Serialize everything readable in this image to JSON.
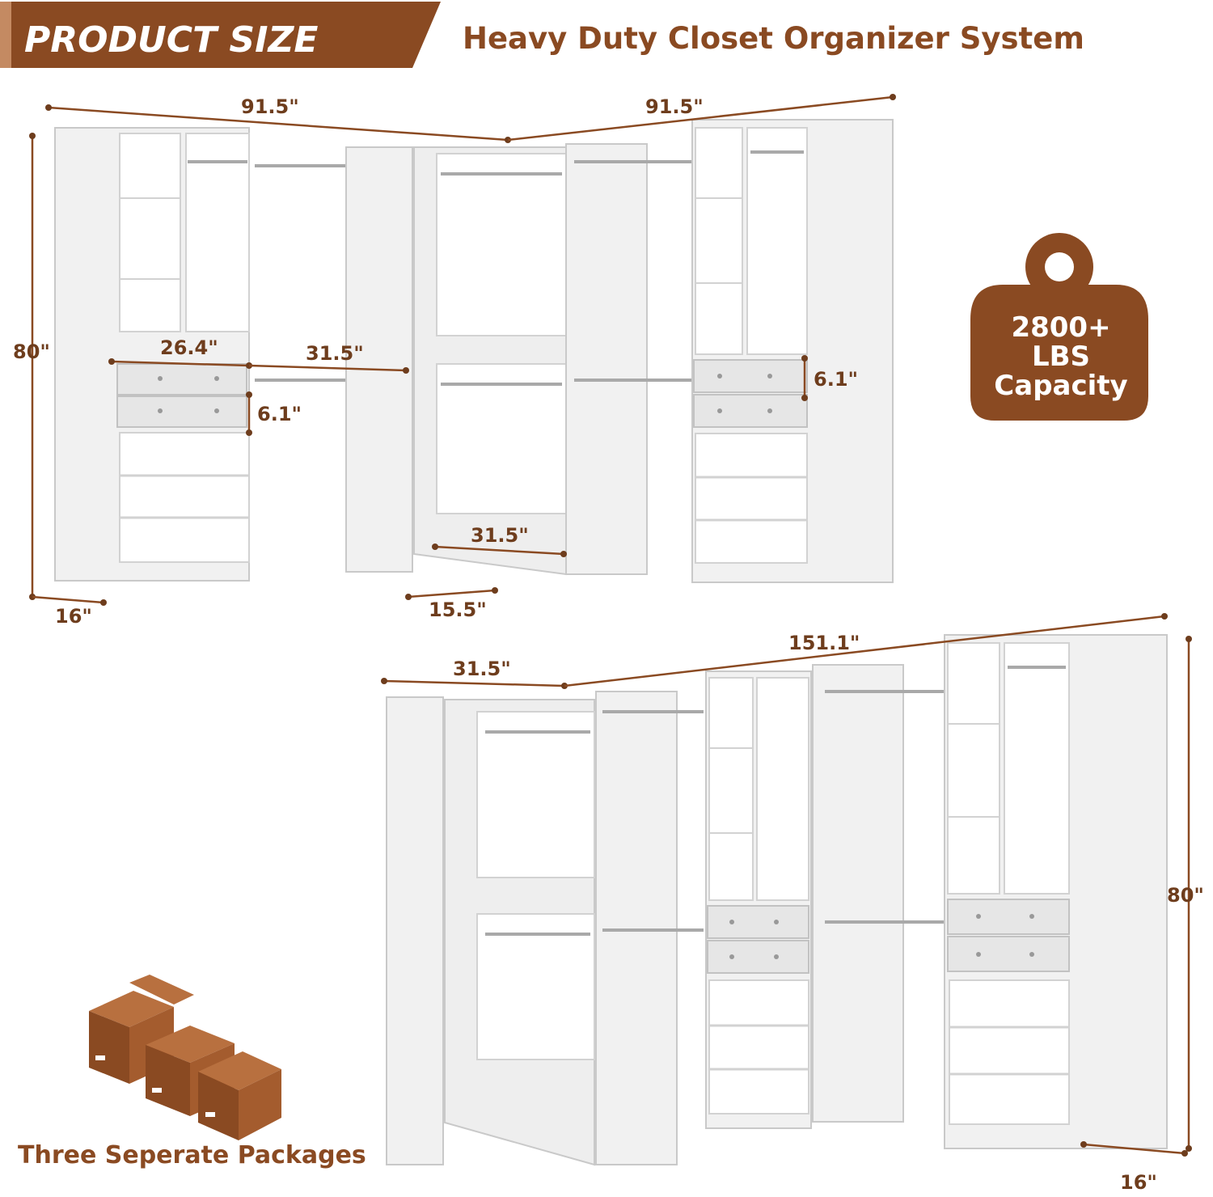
{
  "header": {
    "badge": "PRODUCT SIZE",
    "title": "Heavy Duty Closet Organizer System"
  },
  "capacity": {
    "value": "2800+",
    "unit": "LBS",
    "label": "Capacity"
  },
  "packages": {
    "label": "Three Seperate Packages"
  },
  "corner_config": {
    "width_left": "91.5\"",
    "width_right": "91.5\"",
    "height": "80\"",
    "depth": "16\"",
    "corner_depth": "15.5\"",
    "section_a": "26.4\"",
    "section_b": "31.5\"",
    "drawer_left": "6.1\"",
    "drawer_right": "6.1\"",
    "corner_width": "31.5\""
  },
  "straight_config": {
    "width": "151.1\"",
    "corner_width": "31.5\"",
    "height": "80\"",
    "depth": "16\""
  },
  "colors": {
    "brand": "#8a4a22",
    "brand_dark": "#6e3d1d",
    "panel": "#f1f1f1"
  }
}
